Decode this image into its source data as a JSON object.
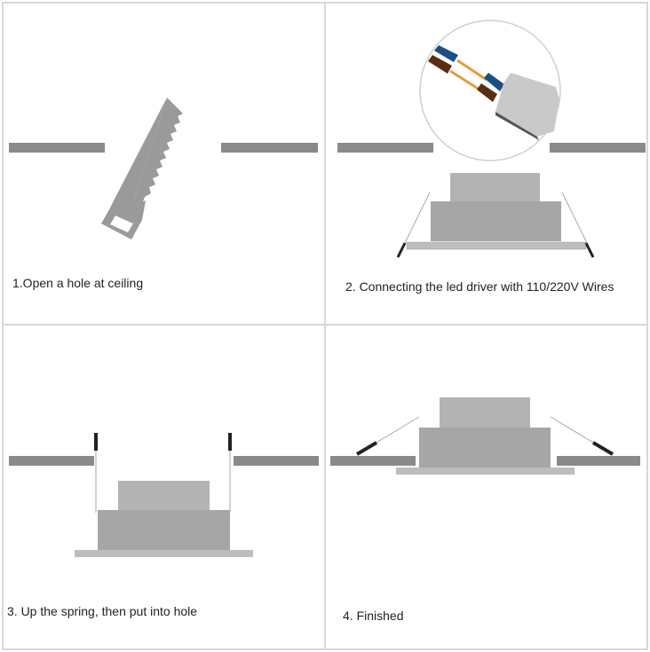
{
  "steps": [
    {
      "label": "1.Open a hole at ceiling"
    },
    {
      "label": "2. Connecting the led driver with 110/220V Wires"
    },
    {
      "label": "3. Up the spring, then put into hole"
    },
    {
      "label": "4. Finished"
    }
  ],
  "colors": {
    "ceiling": "#8a8a8a",
    "housing": "#a6a6a6",
    "driver": "#b3b3b3",
    "trim": "#bdbdbd",
    "wire_blue": "#1a4f86",
    "wire_brown": "#5a2e12",
    "wire_copper": "#e89a3a",
    "border": "#d8d8d8"
  }
}
